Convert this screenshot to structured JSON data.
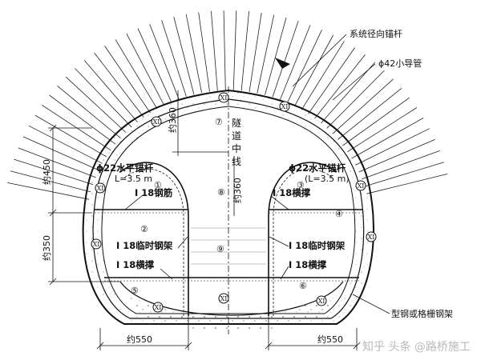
{
  "labels": {
    "system_bolt": "系统径向锚杆",
    "pipe": "ϕ42小导管",
    "bolt_left": "ϕ22水平锚杆",
    "bolt_left_len": "L=3.5 m",
    "bolt_right": "ϕ22水平锚杆",
    "bolt_right_len": "(L=3.5 m)",
    "rebar_left": "I 18钢筋",
    "brace_right": "I 18横撑",
    "temp_left": "I 18临时钢架",
    "temp_right": "I 18临时钢架",
    "brace_left2": "I 18横撑",
    "brace_right2": "I 18横撑",
    "frame": "型钢或格栅钢架",
    "centerline_chars": [
      "隧",
      "道",
      "中",
      "线"
    ],
    "dim_360_top": "约360",
    "dim_360_mid": "约360",
    "dim_450": "约450",
    "dim_350": "约350",
    "dim_550_left": "约550",
    "dim_550_right": "约550",
    "watermark": "知乎 头条 @路桥施工"
  },
  "zones": [
    "①",
    "②",
    "③",
    "④",
    "⑤",
    "⑥",
    "⑦",
    "⑧",
    "⑨"
  ],
  "romans": [
    "XI",
    "XI",
    "XI",
    "XI",
    "XI",
    "XI",
    "XI",
    "XI",
    "XI",
    "XI"
  ],
  "colors": {
    "line": "#111111",
    "concrete": "#555555",
    "watermark": "#b9b9b9"
  }
}
